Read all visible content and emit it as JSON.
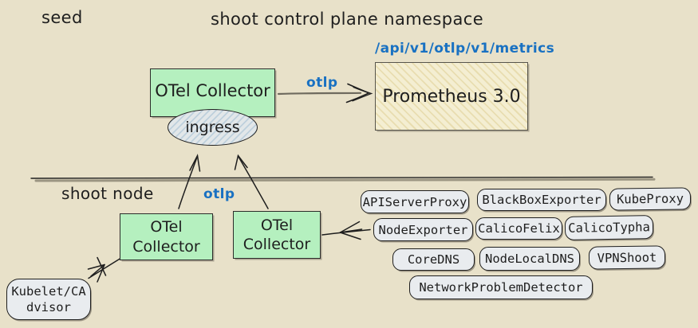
{
  "colors": {
    "background": "#e8e1c9",
    "collector_fill": "#b5f0bf",
    "prometheus_fill": "#f4eed2",
    "pill_fill": "#e9ecef",
    "ingress_fill": "#e2e7e9",
    "accent_blue": "#1971c2",
    "ink": "#1e1e1e"
  },
  "regions": {
    "seed_label": "seed",
    "namespace_label": "shoot control plane namespace",
    "shoot_node_label": "shoot node"
  },
  "seed": {
    "collector_label": "OTel Collector",
    "ingress_label": "ingress",
    "otlp_label": "otlp",
    "metrics_path_label": "/api/v1/otlp/v1/metrics",
    "prometheus_label": "Prometheus 3.0"
  },
  "shoot": {
    "otlp_label": "otlp",
    "collector1": {
      "line1": "OTel",
      "line2": "Collector"
    },
    "collector2": {
      "line1": "OTel",
      "line2": "Collector"
    },
    "kubelet": {
      "line1": "Kubelet/CA",
      "line2": "dvisor"
    },
    "exporters": {
      "rows": [
        [
          "APIServerProxy",
          "BlackBoxExporter",
          "KubeProxy"
        ],
        [
          "NodeExporter",
          "CalicoFelix",
          "CalicoTypha"
        ],
        [
          "CoreDNS",
          "NodeLocalDNS",
          "VPNShoot"
        ],
        [
          "NetworkProblemDetector"
        ]
      ]
    }
  }
}
